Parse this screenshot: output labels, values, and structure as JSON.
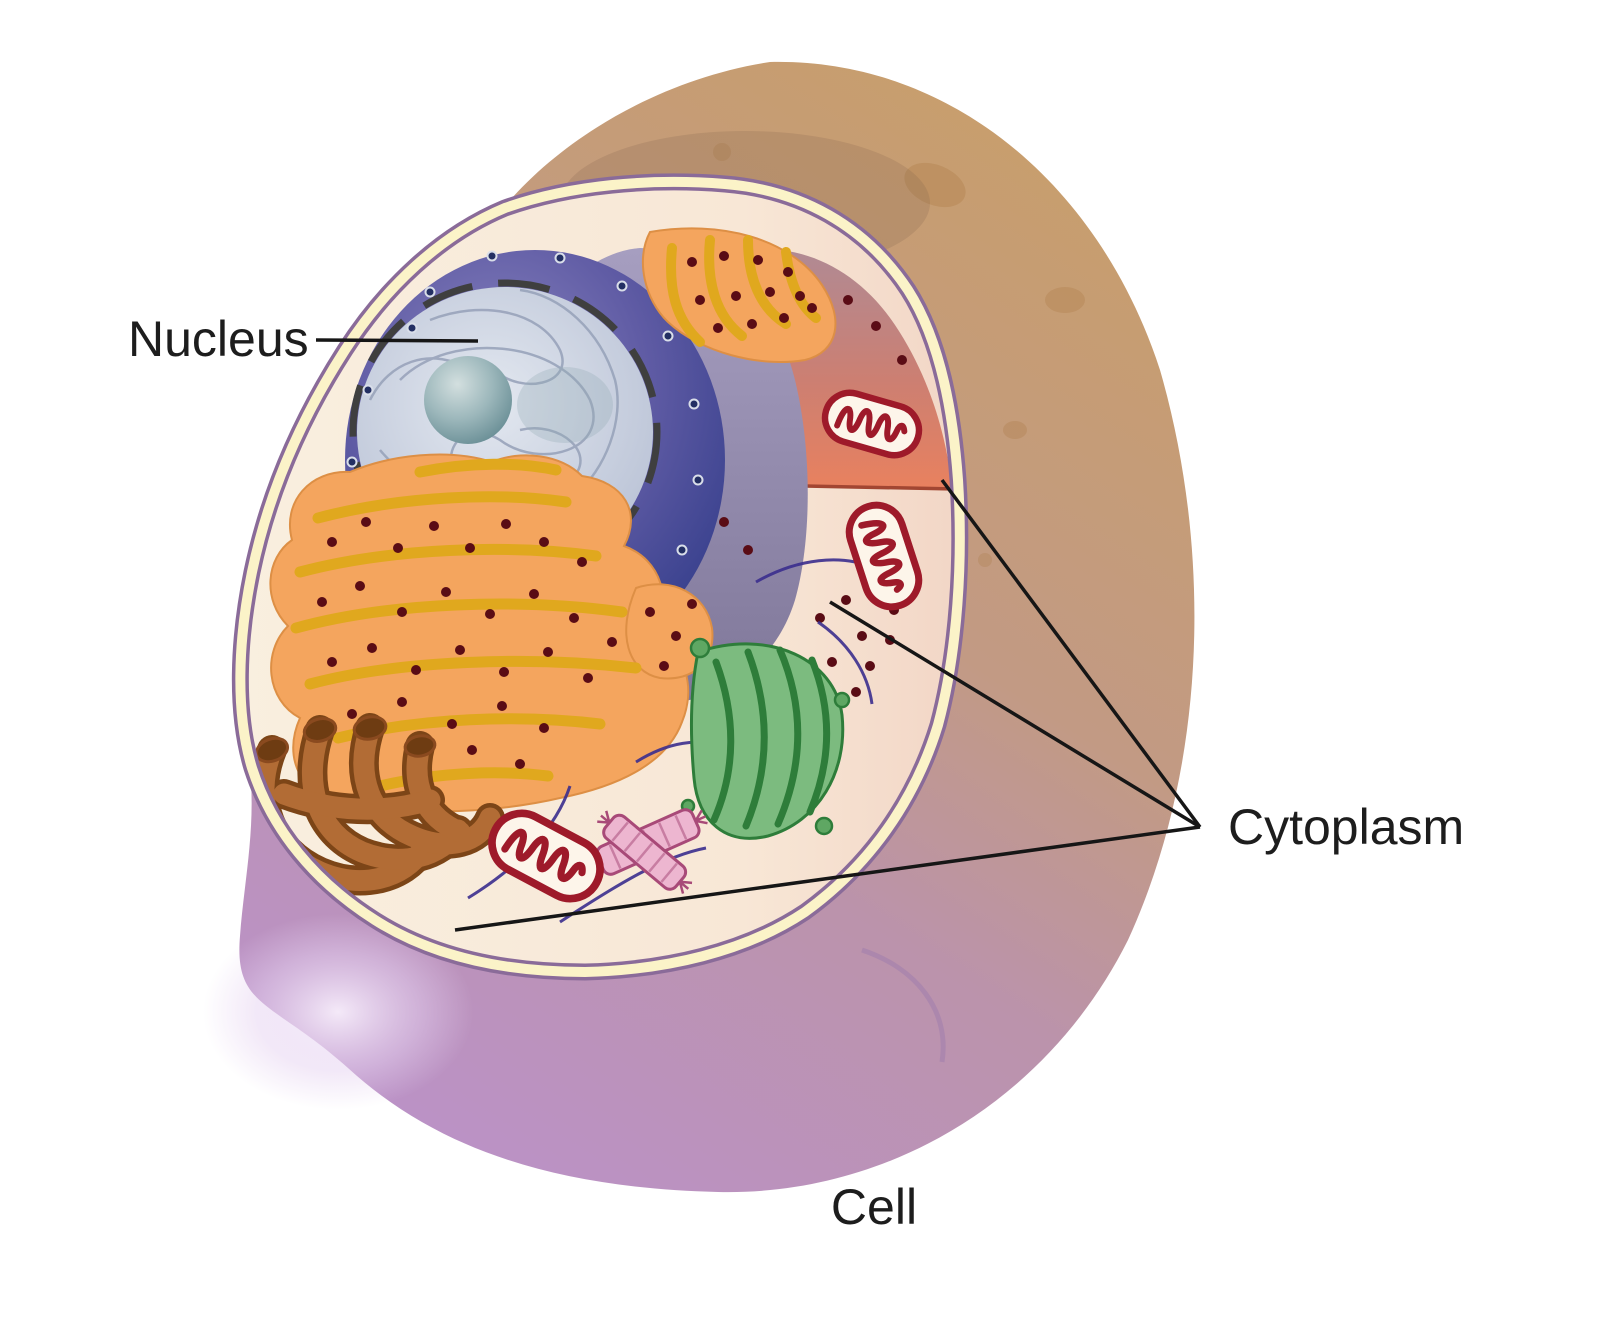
{
  "figure": {
    "subject": "Animal cell cutaway diagram",
    "labels": {
      "nucleus": "Nucleus",
      "cytoplasm": "Cytoplasm",
      "cell": "Cell"
    },
    "colors": {
      "background": "#ffffff",
      "cell_surface_tan": "#c89e6c",
      "cell_surface_purple": "#bb92c9",
      "membrane_band_yellow": "#fbf3c8",
      "membrane_line_purple": "#8a6b99",
      "cytosol_cream": "#f9efdf",
      "cut_face_red": "#e8815f",
      "nucleus_envelope_blue": "#2f3a88",
      "nucleoplasm_grey": "#c3cbdb",
      "nucleolus_teal": "#7fa0a7",
      "er_orange": "#f4a55e",
      "er_ribbon_yellow": "#e0a81e",
      "ribosome_maroon": "#5a0c15",
      "golgi_green": "#57a35e",
      "mitochondrion_red": "#9e1a2a",
      "tubule_brown": "#b26c35",
      "centriole_pink": "#edb6d0",
      "filament_indigo": "#3b2e8e",
      "label_text": "#1d1d1d"
    }
  }
}
